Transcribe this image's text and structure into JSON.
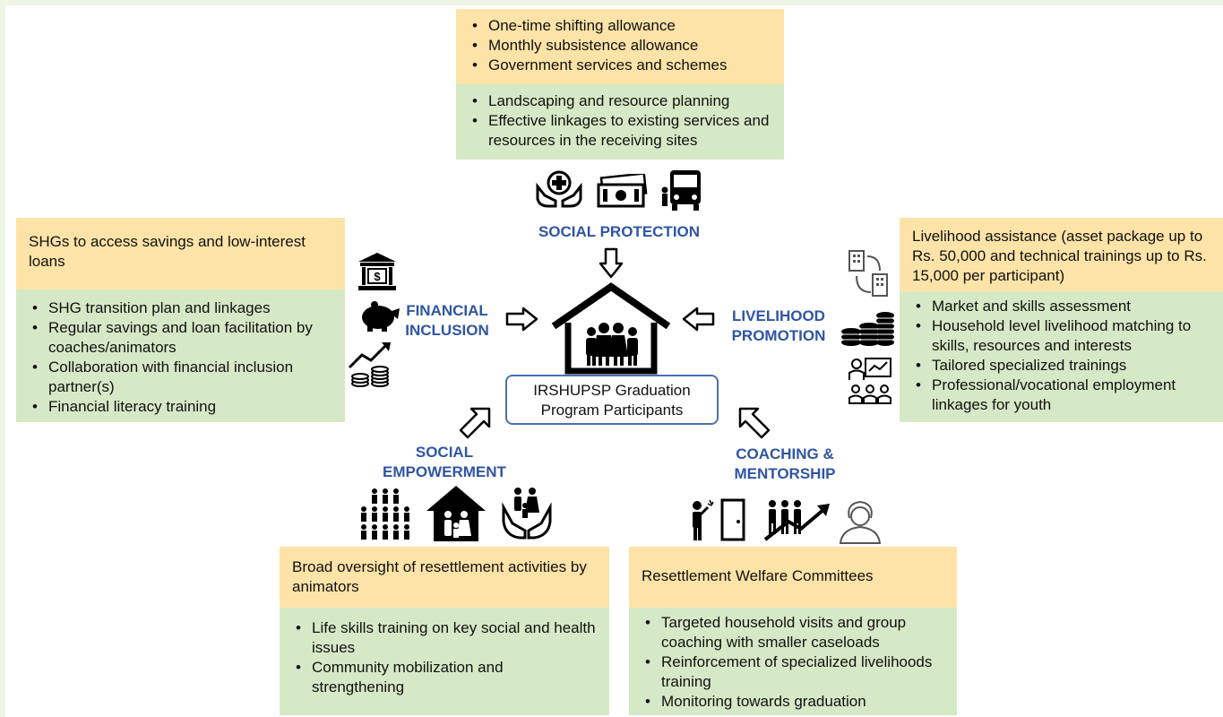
{
  "social_protection": {
    "label": "SOCIAL PROTECTION",
    "header_items": [
      "One-time shifting allowance",
      "Monthly subsistence allowance",
      "Government services and schemes"
    ],
    "body_items": [
      "Landscaping and resource planning",
      "Effective linkages to existing services and resources in the receiving sites"
    ]
  },
  "financial_inclusion": {
    "label_line1": "FINANCIAL",
    "label_line2": "INCLUSION",
    "header": "SHGs to access savings and low-interest loans",
    "body_items": [
      "SHG transition plan and linkages",
      "Regular savings and loan facilitation by coaches/animators",
      "Collaboration with financial inclusion partner(s)",
      "Financial literacy training"
    ]
  },
  "livelihood_promotion": {
    "label_line1": "LIVELIHOOD",
    "label_line2": "PROMOTION",
    "header": "Livelihood assistance (asset package up to Rs. 50,000 and technical trainings up to Rs. 15,000 per participant)",
    "body_items": [
      "Market and skills assessment",
      "Household level livelihood matching to skills, resources and interests",
      "Tailored specialized trainings",
      "Professional/vocational employment linkages for youth"
    ]
  },
  "social_empowerment": {
    "label_line1": "SOCIAL",
    "label_line2": "EMPOWERMENT",
    "header": "Broad oversight of resettlement activities by animators",
    "body_items": [
      "Life skills training on key social and health issues",
      "Community mobilization and strengthening"
    ]
  },
  "coaching_mentorship": {
    "label_line1": "COACHING &",
    "label_line2": "MENTORSHIP",
    "header": "Resettlement Welfare Committees",
    "body_items": [
      "Targeted household visits and group coaching with smaller caseloads",
      "Reinforcement of specialized livelihoods training",
      "Monitoring towards graduation"
    ]
  },
  "center": {
    "line1": "IRSHUPSP Graduation",
    "line2": "Program Participants"
  },
  "colors": {
    "header_fill": "#fde3a7",
    "body_fill": "#d6e9c6",
    "label_blue": "#2f55a4"
  },
  "icons": [
    "hands-medical-icon",
    "cash-icon",
    "bus-icon",
    "bank-icon",
    "piggy-bank-icon",
    "coins-growth-icon",
    "buildings-icon",
    "coin-stacks-icon",
    "training-icon",
    "family-group-icon",
    "house-family-icon",
    "family-hands-icon",
    "coach-door-icon",
    "team-growth-icon",
    "mentor-icon"
  ]
}
